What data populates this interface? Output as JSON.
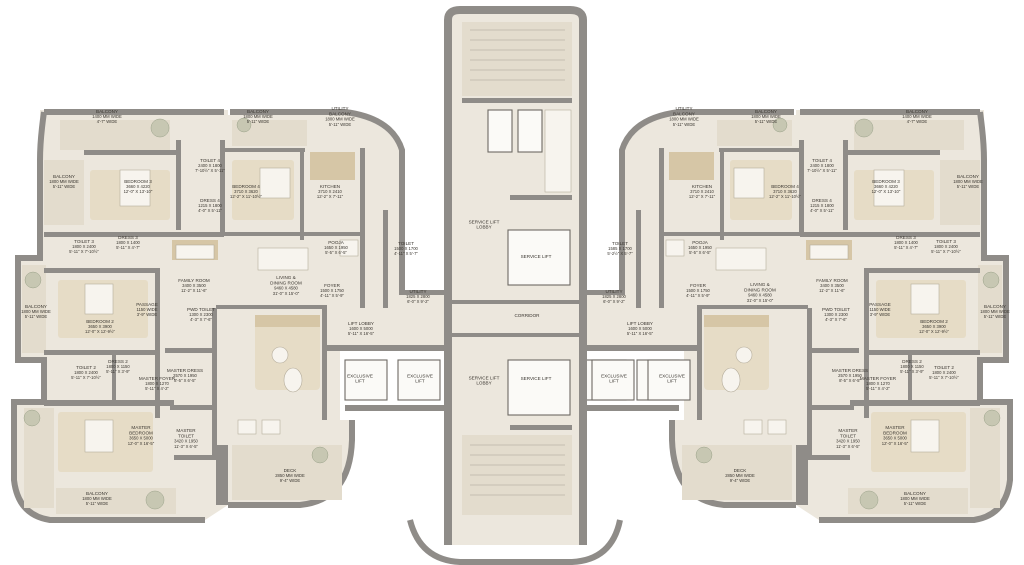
{
  "plan": {
    "left_wing": [
      {
        "name": "BALCONY",
        "dims": [
          "1400 MM WIDE",
          "4'-7\" WIDE"
        ],
        "lp": [
          107,
          118
        ]
      },
      {
        "name": "BALCONY",
        "dims": [
          "1800 MM WIDE",
          "5'-11\" WIDE"
        ],
        "lp": [
          258,
          118
        ]
      },
      {
        "name": "UTILITY BALCONY",
        "dims": [
          "1800 MM WIDE",
          "5'-11\" WIDE"
        ],
        "lp": [
          340,
          118
        ]
      },
      {
        "name": "BALCONY",
        "dims": [
          "1800 MM WIDE",
          "5'-11\" WIDE"
        ],
        "lp": [
          64,
          183
        ]
      },
      {
        "name": "BEDROOM 3",
        "dims": [
          "3660 X 4220",
          "12'-0\" X 13'-10\""
        ],
        "lp": [
          138,
          188
        ]
      },
      {
        "name": "TOILET 4",
        "dims": [
          "2400 X 1800",
          "7'-10½\" X 5'-11\""
        ],
        "lp": [
          210,
          167
        ]
      },
      {
        "name": "DRESS 4",
        "dims": [
          "1215 X 1800",
          "4'-0\" X 5'-11\""
        ],
        "lp": [
          210,
          207
        ]
      },
      {
        "name": "BEDROOM 4",
        "dims": [
          "3710 X 3620",
          "12'-2\" X 11'-10½\""
        ],
        "lp": [
          246,
          193
        ]
      },
      {
        "name": "KITCHEN",
        "dims": [
          "3710 X 2410",
          "12'-2\" X 7'-11\""
        ],
        "lp": [
          330,
          193
        ]
      },
      {
        "name": "TOILET 3",
        "dims": [
          "1800 X 2400",
          "5'-11\" X 7'-10½\""
        ],
        "lp": [
          84,
          248
        ]
      },
      {
        "name": "DRESS 3",
        "dims": [
          "1800 X 1400",
          "5'-11\" X 4'-7\""
        ],
        "lp": [
          128,
          244
        ]
      },
      {
        "name": "POOJA",
        "dims": [
          "1650 X 1950",
          "5'-5\" X 6'-5\""
        ],
        "lp": [
          336,
          249
        ]
      },
      {
        "name": "TOILET",
        "dims": [
          "1500 X 1700",
          "4'-11\" X 5'-7\""
        ],
        "lp": [
          406,
          250
        ]
      },
      {
        "name": "FAMILY ROOM",
        "dims": [
          "3400 X 3500",
          "11'-2\" X 11'-6\""
        ],
        "lp": [
          194,
          287
        ]
      },
      {
        "name": "LIVING & DINING ROOM",
        "dims": [
          "9460 X 4580",
          "31'-0\" X 15'-0\""
        ],
        "lp": [
          286,
          287
        ]
      },
      {
        "name": "FOYER",
        "dims": [
          "1500 X 1750",
          "4'-11\" X 5'-9\""
        ],
        "lp": [
          332,
          292
        ]
      },
      {
        "name": "UTILITY",
        "dims": [
          "1825 X 2800",
          "6'-0\" X 9'-2\""
        ],
        "lp": [
          418,
          298
        ]
      },
      {
        "name": "BALCONY",
        "dims": [
          "1800 MM WIDE",
          "5'-11\" WIDE"
        ],
        "lp": [
          36,
          313
        ]
      },
      {
        "name": "BEDROOM 2",
        "dims": [
          "3650 X 3900",
          "12'-0\" X 12'-9½\""
        ],
        "lp": [
          100,
          328
        ]
      },
      {
        "name": "PASSAGE",
        "dims": [
          "1150 WIDE",
          "3'-9\" WIDE"
        ],
        "lp": [
          147,
          311
        ]
      },
      {
        "name": "PWD TOILET",
        "dims": [
          "1300 X 2300",
          "4'-3\" X 7'-6\""
        ],
        "lp": [
          201,
          316
        ]
      },
      {
        "name": "LIFT LOBBY",
        "dims": [
          "1600 X 5000",
          "5'-11\" X 16'-5\""
        ],
        "lp": [
          361,
          330
        ]
      },
      {
        "name": "DRESS 2",
        "dims": [
          "1800 X 1150",
          "5'-11\" X 3'-9\""
        ],
        "lp": [
          118,
          368
        ]
      },
      {
        "name": "TOILET 2",
        "dims": [
          "1800 X 2400",
          "5'-11\" X 7'-10½\""
        ],
        "lp": [
          86,
          374
        ]
      },
      {
        "name": "MASTER DRESS",
        "dims": [
          "2570 X 1950",
          "8'-5\" X 6'-5\""
        ],
        "lp": [
          185,
          377
        ]
      },
      {
        "name": "MASTER FOYER",
        "dims": [
          "1800 X 1270",
          "5'-11\" X 4'-2\""
        ],
        "lp": [
          157,
          385
        ]
      },
      {
        "name": "MASTER BEDROOM",
        "dims": [
          "3650 X 5000",
          "12'-0\" X 16'-5\""
        ],
        "lp": [
          141,
          437
        ]
      },
      {
        "name": "MASTER TOILET",
        "dims": [
          "3420 X 1950",
          "11'-3\" X 6'-5\""
        ],
        "lp": [
          186,
          440
        ]
      },
      {
        "name": "DECK",
        "dims": [
          "2850 MM WIDE",
          "9'-4\" WIDE"
        ],
        "lp": [
          290,
          477
        ]
      },
      {
        "name": "BALCONY",
        "dims": [
          "1800 MM WIDE",
          "5'-11\" WIDE"
        ],
        "lp": [
          97,
          500
        ]
      }
    ],
    "core": [
      {
        "name": "SERVICE LIFT LOBBY",
        "lp": [
          484,
          226
        ]
      },
      {
        "name": "SERVICE LIFT",
        "lp": [
          536,
          258
        ]
      },
      {
        "name": "CORRIDOR",
        "lp": [
          527,
          317
        ]
      },
      {
        "name": "SERVICE LIFT LOBBY",
        "lp": [
          484,
          382
        ]
      },
      {
        "name": "SERVICE LIFT",
        "lp": [
          536,
          380
        ]
      },
      {
        "name": "EXCLUSIVE LIFT",
        "lp": [
          360,
          380
        ]
      },
      {
        "name": "EXCLUSIVE LIFT",
        "lp": [
          420,
          380
        ]
      },
      {
        "name": "EXCLUSIVE LIFT",
        "lp": [
          614,
          380
        ]
      },
      {
        "name": "EXCLUSIVE LIFT",
        "lp": [
          672,
          380
        ]
      }
    ],
    "right_wing": [
      {
        "name": "BALCONY",
        "dims": [
          "1400 MM WIDE",
          "4'-7\" WIDE"
        ],
        "lp": [
          917,
          118
        ]
      },
      {
        "name": "BALCONY",
        "dims": [
          "1800 MM WIDE",
          "5'-11\" WIDE"
        ],
        "lp": [
          766,
          118
        ]
      },
      {
        "name": "UTILITY BALCONY",
        "dims": [
          "1800 MM WIDE",
          "5'-11\" WIDE"
        ],
        "lp": [
          684,
          118
        ]
      },
      {
        "name": "BALCONY",
        "dims": [
          "1800 MM WIDE",
          "5'-11\" WIDE"
        ],
        "lp": [
          968,
          183
        ]
      },
      {
        "name": "BEDROOM 3",
        "dims": [
          "3660 X 4220",
          "12'-0\" X 13'-10\""
        ],
        "lp": [
          886,
          188
        ]
      },
      {
        "name": "TOILET 4",
        "dims": [
          "2400 X 1800",
          "7'-10½\" X 5'-11\""
        ],
        "lp": [
          822,
          167
        ]
      },
      {
        "name": "DRESS 4",
        "dims": [
          "1215 X 1800",
          "4'-0\" X 5'-11\""
        ],
        "lp": [
          822,
          207
        ]
      },
      {
        "name": "BEDROOM 4",
        "dims": [
          "3710 X 3620",
          "12'-2\" X 11'-10½\""
        ],
        "lp": [
          785,
          193
        ]
      },
      {
        "name": "KITCHEN",
        "dims": [
          "3710 X 2410",
          "12'-2\" X 7'-11\""
        ],
        "lp": [
          702,
          193
        ]
      },
      {
        "name": "TOILET 3",
        "dims": [
          "1800 X 2400",
          "5'-11\" X 7'-10½\""
        ],
        "lp": [
          946,
          248
        ]
      },
      {
        "name": "DRESS 3",
        "dims": [
          "1800 X 1400",
          "5'-11\" X 4'-7\""
        ],
        "lp": [
          906,
          244
        ]
      },
      {
        "name": "POOJA",
        "dims": [
          "1650 X 1950",
          "5'-5\" X 6'-5\""
        ],
        "lp": [
          700,
          249
        ]
      },
      {
        "name": "TOILET",
        "dims": [
          "1585 X 1700",
          "5'-2½\" X 5'-7\""
        ],
        "lp": [
          620,
          250
        ]
      },
      {
        "name": "FAMILY ROOM",
        "dims": [
          "3400 X 3500",
          "11'-2\" X 11'-6\""
        ],
        "lp": [
          832,
          287
        ]
      },
      {
        "name": "LIVING & DINING ROOM",
        "dims": [
          "9460 X 4580",
          "31'-0\" X 15'-0\""
        ],
        "lp": [
          760,
          294
        ]
      },
      {
        "name": "FOYER",
        "dims": [
          "1500 X 1750",
          "4'-11\" X 5'-9\""
        ],
        "lp": [
          698,
          292
        ]
      },
      {
        "name": "UTILITY",
        "dims": [
          "1825 X 2800",
          "6'-0\" X 9'-2\""
        ],
        "lp": [
          614,
          298
        ]
      },
      {
        "name": "BALCONY",
        "dims": [
          "1800 MM WIDE",
          "5'-11\" WIDE"
        ],
        "lp": [
          995,
          313
        ]
      },
      {
        "name": "BEDROOM 2",
        "dims": [
          "3650 X 3900",
          "12'-0\" X 12'-9½\""
        ],
        "lp": [
          934,
          328
        ]
      },
      {
        "name": "PASSAGE",
        "dims": [
          "1150 WIDE",
          "3'-9\" WIDE"
        ],
        "lp": [
          880,
          311
        ]
      },
      {
        "name": "PWD TOILET",
        "dims": [
          "1300 X 2300",
          "4'-3\" X 7'-6\""
        ],
        "lp": [
          836,
          316
        ]
      },
      {
        "name": "LIFT LOBBY",
        "dims": [
          "1600 X 5000",
          "5'-11\" X 16'-5\""
        ],
        "lp": [
          640,
          330
        ]
      },
      {
        "name": "DRESS 2",
        "dims": [
          "1800 X 1150",
          "5'-11\" X 3'-9\""
        ],
        "lp": [
          912,
          368
        ]
      },
      {
        "name": "TOILET 2",
        "dims": [
          "1800 X 2400",
          "5'-11\" X 7'-10½\""
        ],
        "lp": [
          944,
          374
        ]
      },
      {
        "name": "MASTER DRESS",
        "dims": [
          "2570 X 1950",
          "8'-5\" X 6'-5\""
        ],
        "lp": [
          850,
          377
        ]
      },
      {
        "name": "MASTER FOYER",
        "dims": [
          "1800 X 1270",
          "5'-11\" X 4'-2\""
        ],
        "lp": [
          878,
          385
        ]
      },
      {
        "name": "MASTER BEDROOM",
        "dims": [
          "3650 X 5000",
          "12'-0\" X 16'-5\""
        ],
        "lp": [
          895,
          437
        ]
      },
      {
        "name": "MASTER TOILET",
        "dims": [
          "3420 X 1950",
          "11'-3\" X 6'-5\""
        ],
        "lp": [
          848,
          440
        ]
      },
      {
        "name": "DECK",
        "dims": [
          "2850 MM WIDE",
          "9'-4\" WIDE"
        ],
        "lp": [
          740,
          477
        ]
      },
      {
        "name": "BALCONY",
        "dims": [
          "1800 MM WIDE",
          "5'-11\" WIDE"
        ],
        "lp": [
          915,
          500
        ]
      }
    ]
  },
  "colors": {
    "wall": "#8f8c88",
    "floor": "#ece7dd",
    "accent": "#d6c6a6",
    "plant": "#c7c7b2"
  }
}
